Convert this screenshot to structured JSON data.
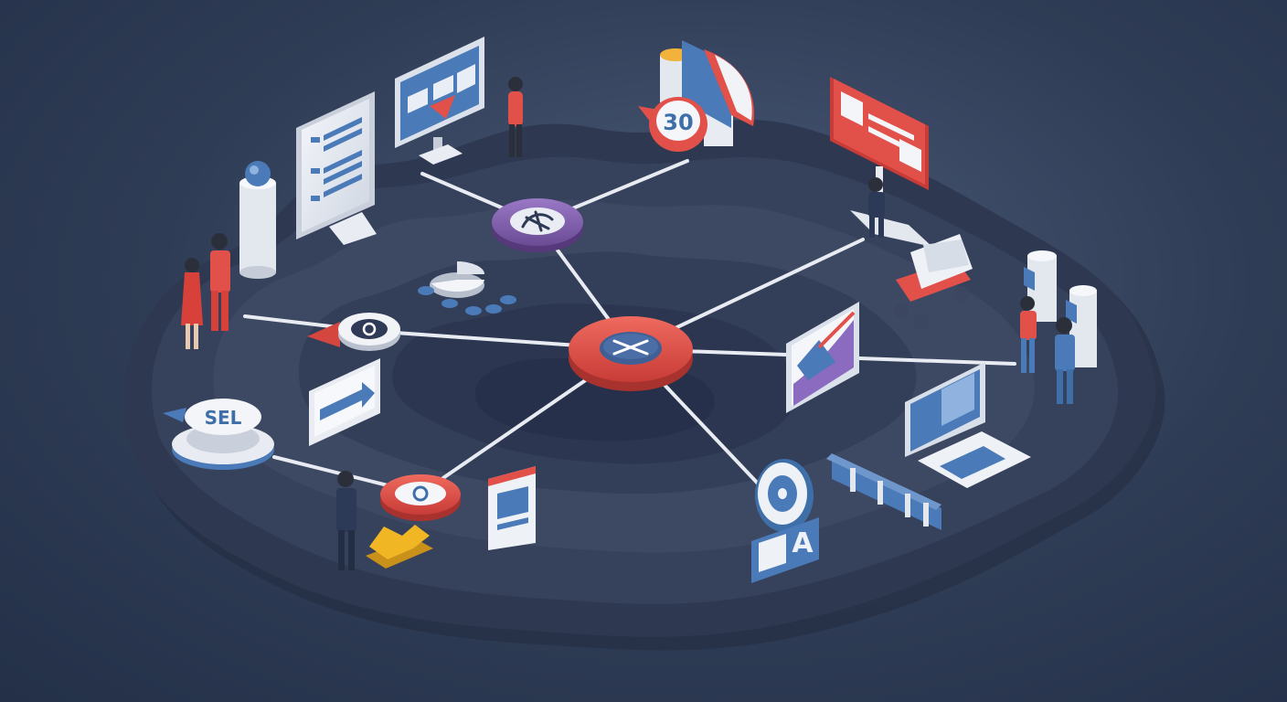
{
  "scene": {
    "center_hub_icon": "cross-arrows-icon",
    "top_hub_icon": "connector-icon",
    "left_hub_icon": "gear-icon",
    "bottom_hub_icon": "gear-icon",
    "badge_top_text": "30",
    "badge_sel_text": "SEL",
    "sign_letter_text": "A"
  },
  "colors": {
    "background": "#2f3c55",
    "terrain": "#3b4661",
    "accent_red": "#e2504a",
    "accent_blue": "#3f6fa8",
    "accent_purple": "#7d5aa8",
    "accent_yellow": "#f0b623"
  }
}
